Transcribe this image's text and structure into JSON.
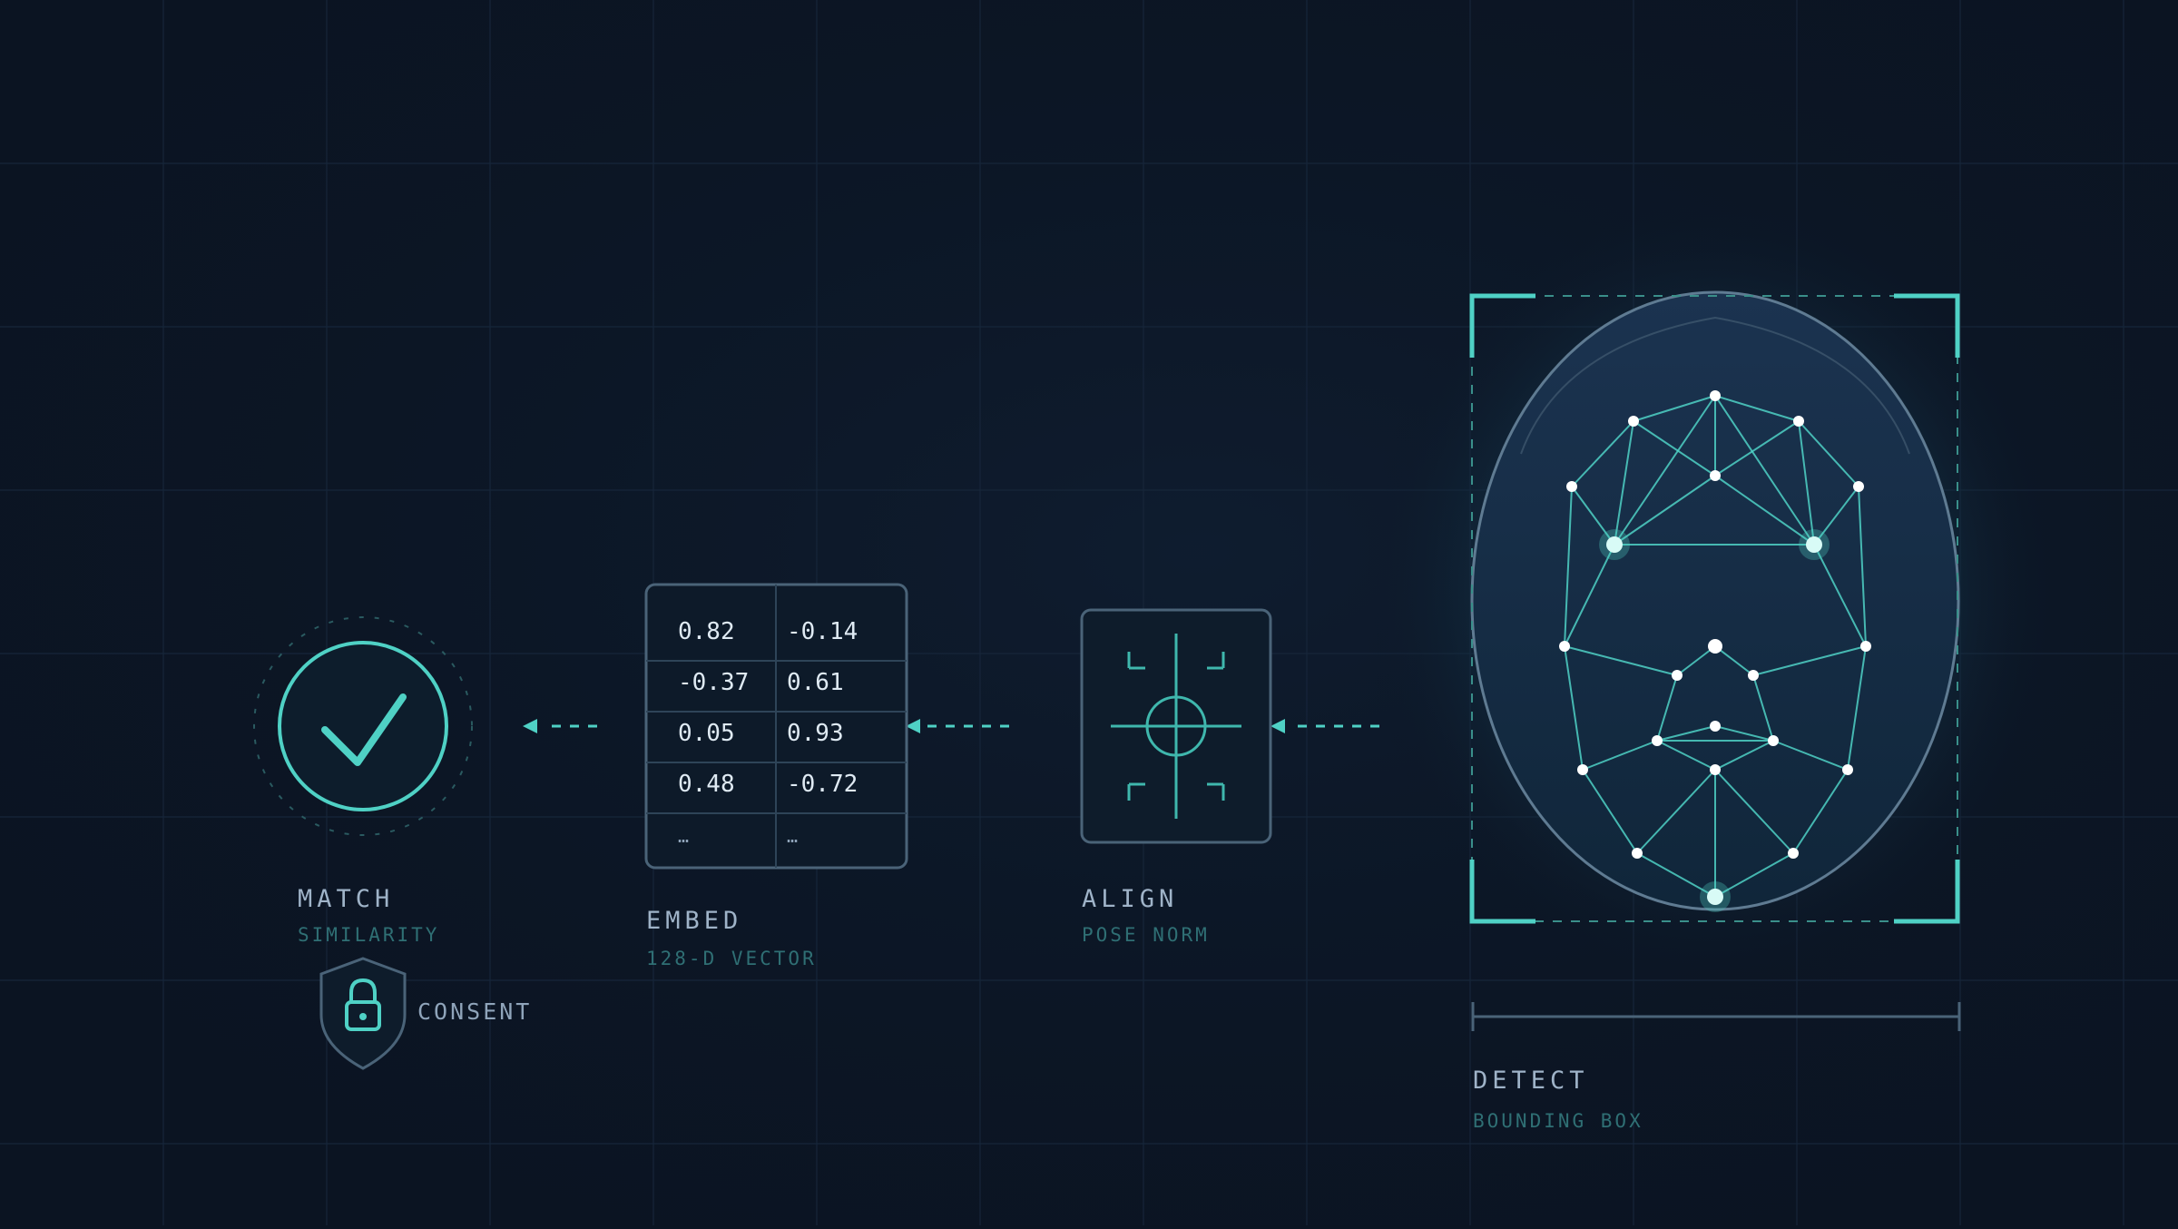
{
  "stages": {
    "match": {
      "title": "MATCH",
      "subtitle": "SIMILARITY"
    },
    "embed": {
      "title": "EMBED",
      "subtitle": "128-D VECTOR"
    },
    "align": {
      "title": "ALIGN",
      "subtitle": "POSE NORM"
    },
    "detect": {
      "title": "DETECT",
      "subtitle": "BOUNDING BOX"
    }
  },
  "consent": {
    "label": "CONSENT"
  },
  "embedding": {
    "rows": [
      [
        "0.82",
        "-0.14"
      ],
      [
        "-0.37",
        "0.61"
      ],
      [
        "0.05",
        "0.93"
      ],
      [
        "0.48",
        "-0.72"
      ],
      [
        "…",
        "…"
      ]
    ]
  },
  "icons": {
    "match": "check-icon",
    "consent": "lock-shield-icon",
    "align": "crosshair-icon",
    "detect": "face-mesh-icon"
  },
  "colors": {
    "background": "#0b1422",
    "accent": "#4fd1c5",
    "panel_border": "#4a6378",
    "label": "#9fb3c8",
    "sublabel": "#2f6f74"
  }
}
